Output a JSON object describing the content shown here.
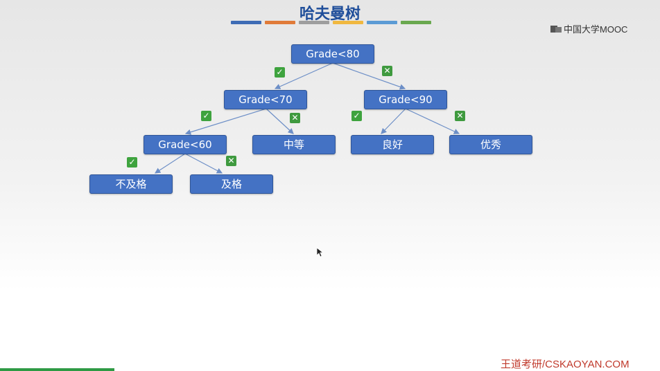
{
  "title": "哈夫曼树",
  "watermark": "中国大学MOOC",
  "footer": "王道考研/CSKAOYAN.COM",
  "strip_colors": [
    "#3e6cb5",
    "#e07b39",
    "#9e9e9e",
    "#f0b840",
    "#5b9bd5",
    "#6aa84f"
  ],
  "accent": "#4472c4",
  "tree": {
    "nodes": {
      "root": "Grade<80",
      "lt70": "Grade<70",
      "lt90": "Grade<90",
      "lt60": "Grade<60",
      "medium": "中等",
      "good": "良好",
      "excellent": "优秀",
      "fail": "不及格",
      "pass": "及格"
    },
    "edges": [
      {
        "from": "Grade<80",
        "to": "Grade<70",
        "branch": "yes"
      },
      {
        "from": "Grade<80",
        "to": "Grade<90",
        "branch": "no"
      },
      {
        "from": "Grade<70",
        "to": "Grade<60",
        "branch": "yes"
      },
      {
        "from": "Grade<70",
        "to": "中等",
        "branch": "no"
      },
      {
        "from": "Grade<90",
        "to": "良好",
        "branch": "yes"
      },
      {
        "from": "Grade<90",
        "to": "优秀",
        "branch": "no"
      },
      {
        "from": "Grade<60",
        "to": "不及格",
        "branch": "yes"
      },
      {
        "from": "Grade<60",
        "to": "及格",
        "branch": "no"
      }
    ]
  }
}
